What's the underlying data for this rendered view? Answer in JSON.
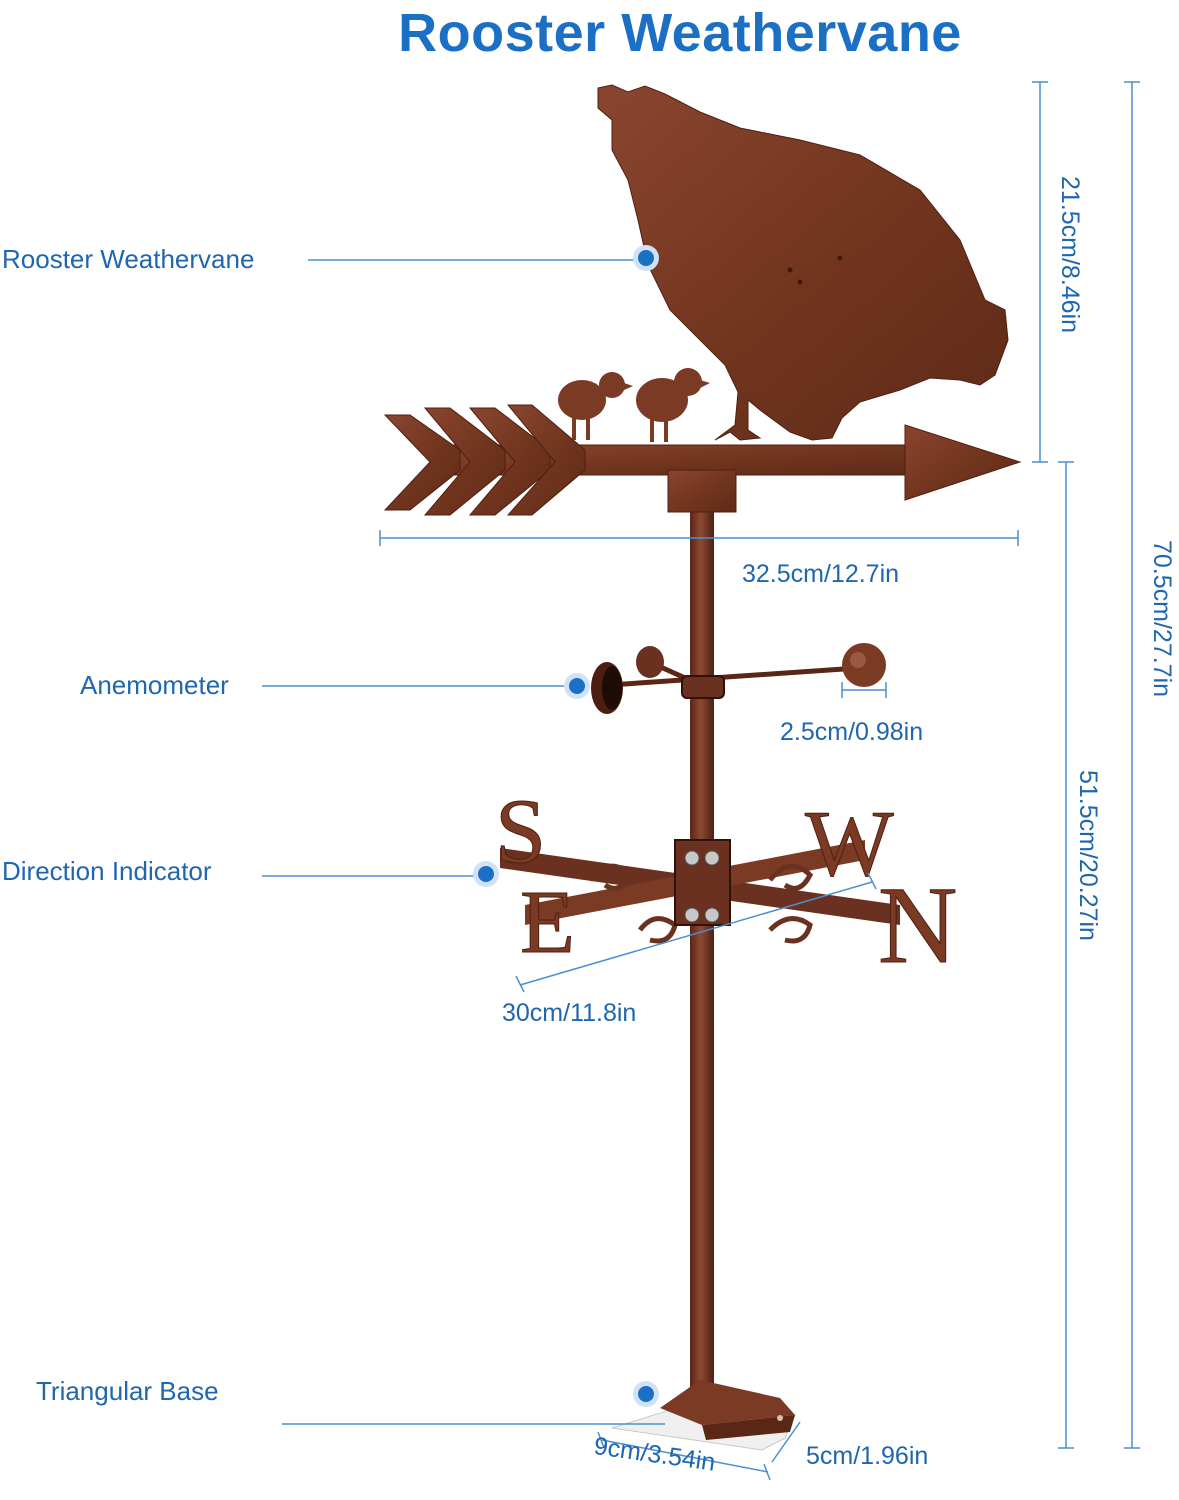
{
  "title": "Rooster Weathervane",
  "colors": {
    "accent": "#1b6fc4",
    "metal": "#7a3a24",
    "metal_dark": "#5a2616",
    "guide_line": "#4a8fd0"
  },
  "callouts": [
    {
      "label": "Rooster Weathervane",
      "marker": "blue-dot-icon"
    },
    {
      "label": "Anemometer",
      "marker": "blue-dot-icon"
    },
    {
      "label": "Direction Indicator",
      "marker": "blue-dot-icon"
    },
    {
      "label": "Triangular Base",
      "marker": "blue-dot-icon"
    }
  ],
  "dimensions": {
    "rooster_height": "21.5cm/8.46in",
    "total_height": "70.5cm/27.7in",
    "arrow_width": "32.5cm/12.7in",
    "cup_diameter": "2.5cm/0.98in",
    "pole_height": "51.5cm/20.27in",
    "indicator_width": "30cm/11.8in",
    "base_length": "9cm/3.54in",
    "base_width": "5cm/1.96in"
  },
  "compass_letters": [
    "S",
    "W",
    "N",
    "E"
  ]
}
